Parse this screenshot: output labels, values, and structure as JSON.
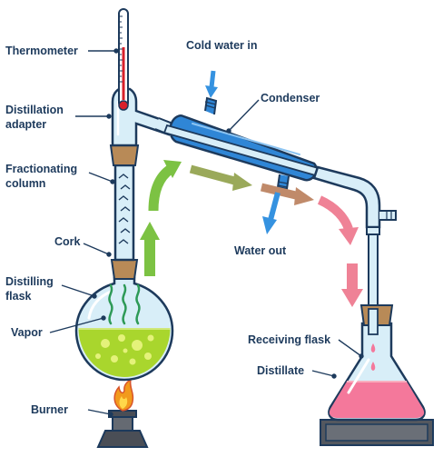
{
  "labels": {
    "thermometer": "Thermometer",
    "distillation_adapter_1": "Distillation",
    "distillation_adapter_2": "adapter",
    "fractionating_column_1": "Fractionating",
    "fractionating_column_2": "column",
    "cork": "Cork",
    "distilling_flask_1": "Distilling",
    "distilling_flask_2": "flask",
    "vapor": "Vapor",
    "burner": "Burner",
    "cold_water_in": "Cold water in",
    "condenser": "Condenser",
    "water_out": "Water out",
    "receiving_flask": "Receiving flask",
    "distillate": "Distillate"
  },
  "colors": {
    "outline": "#1d3a5c",
    "glass": "#d8eef8",
    "condenser_blue": "#2f86d6",
    "liquid_green": "#a9d62d",
    "vapor_green": "#2e9a57",
    "arrow_green": "#7cc243",
    "arrow_olive": "#9aa95a",
    "arrow_brown": "#c08a6a",
    "arrow_pink": "#ef8296",
    "distillate_pink": "#f4789b",
    "cork_brown": "#b88a57",
    "mercury_red": "#d8202b",
    "flame_orange": "#f29a1c",
    "burner_gray": "#4a4e56",
    "water_arrow": "#3592e0"
  }
}
